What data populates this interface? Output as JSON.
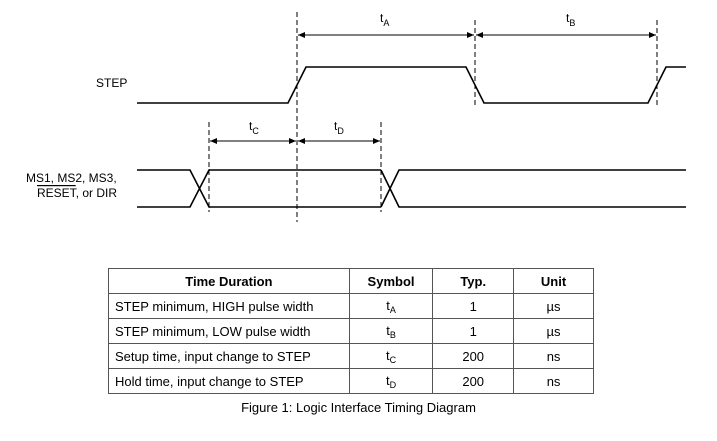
{
  "signals": {
    "step": "STEP",
    "ms_line1": "MS1, MS2, MS3,",
    "ms_reset": "RESET",
    "ms_rest": ", or DIR"
  },
  "timing_labels": {
    "tA": {
      "t": "t",
      "sub": "A"
    },
    "tB": {
      "t": "t",
      "sub": "B"
    },
    "tC": {
      "t": "t",
      "sub": "C"
    },
    "tD": {
      "t": "t",
      "sub": "D"
    }
  },
  "table": {
    "headers": [
      "Time Duration",
      "Symbol",
      "Typ.",
      "Unit"
    ],
    "rows": [
      {
        "duration": "STEP minimum, HIGH pulse width",
        "sym": "t",
        "sub": "A",
        "typ": "1",
        "unit": "µs"
      },
      {
        "duration": "STEP minimum, LOW pulse width",
        "sym": "t",
        "sub": "B",
        "typ": "1",
        "unit": "µs"
      },
      {
        "duration": "Setup time, input change to STEP",
        "sym": "t",
        "sub": "C",
        "typ": "200",
        "unit": "ns"
      },
      {
        "duration": "Hold time, input change to STEP",
        "sym": "t",
        "sub": "D",
        "typ": "200",
        "unit": "ns"
      }
    ]
  },
  "caption": "Figure 1: Logic Interface Timing Diagram"
}
